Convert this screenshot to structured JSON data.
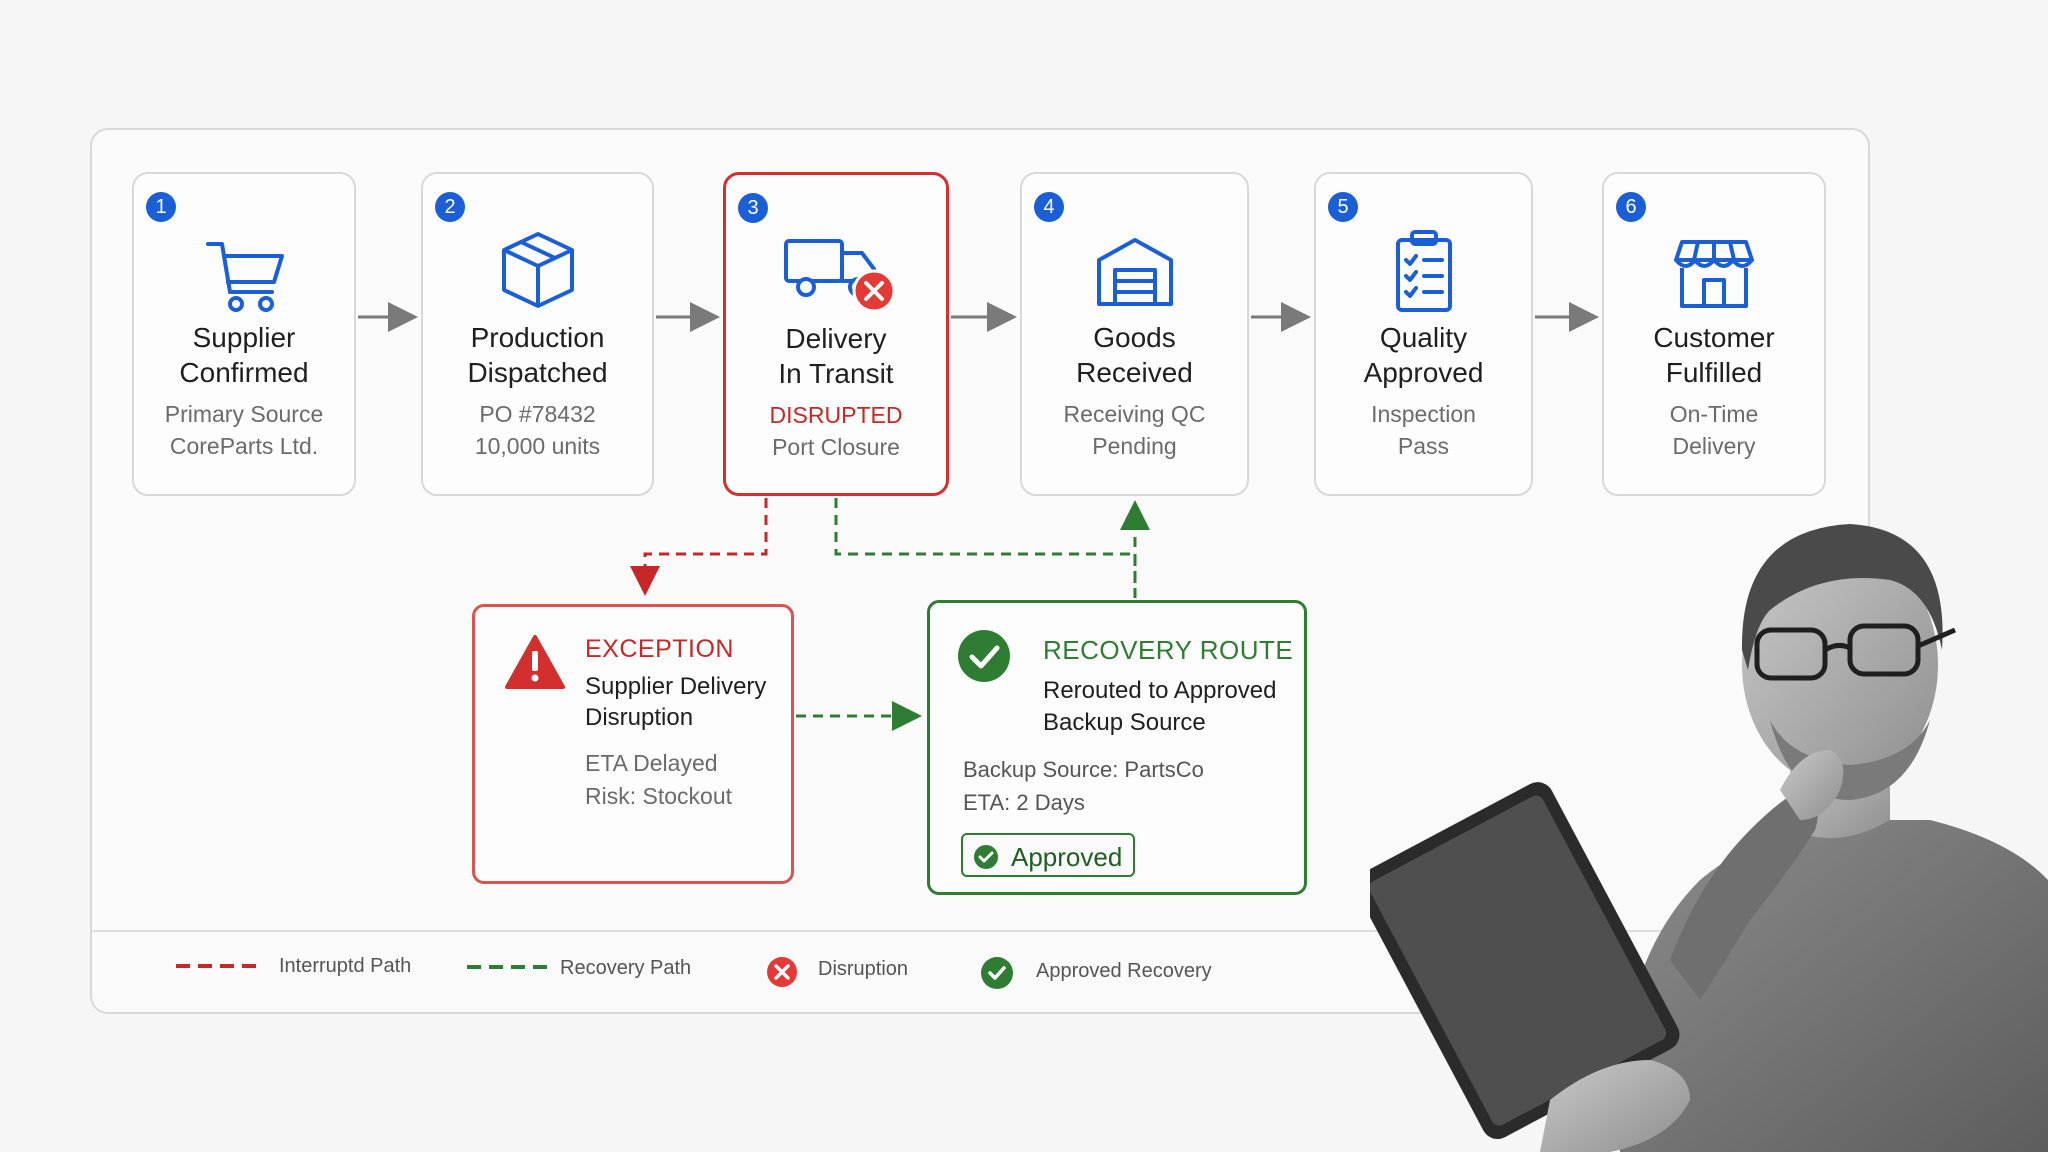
{
  "steps": [
    {
      "number": "1",
      "title_line1": "Supplier",
      "title_line2": "Confirmed",
      "detail_line1": "Primary Source",
      "detail_line2": "CoreParts Ltd.",
      "icon": "shopping-cart-icon"
    },
    {
      "number": "2",
      "title_line1": "Production",
      "title_line2": "Dispatched",
      "detail_line1": "PO #78432",
      "detail_line2": "10,000 units",
      "icon": "box-icon"
    },
    {
      "number": "3",
      "title_line1": "Delivery",
      "title_line2": "In Transit",
      "detail_line1": "DISRUPTED",
      "detail_line2": "Port Closure",
      "icon": "truck-icon",
      "status": "disrupted"
    },
    {
      "number": "4",
      "title_line1": "Goods",
      "title_line2": "Received",
      "detail_line1": "Receiving QC",
      "detail_line2": "Pending",
      "icon": "warehouse-icon"
    },
    {
      "number": "5",
      "title_line1": "Quality",
      "title_line2": "Approved",
      "detail_line1": "Inspection",
      "detail_line2": "Pass",
      "icon": "clipboard-checklist-icon"
    },
    {
      "number": "6",
      "title_line1": "Customer",
      "title_line2": "Fulfilled",
      "detail_line1": "On-Time",
      "detail_line2": "Delivery",
      "icon": "storefront-icon"
    }
  ],
  "exception": {
    "title": "EXCEPTION",
    "main_line1": "Supplier Delivery",
    "main_line2": "Disruption",
    "detail_line1": "ETA Delayed",
    "detail_line2": "Risk: Stockout",
    "icon": "warning-icon"
  },
  "recovery": {
    "title": "RECOVERY ROUTE",
    "main_line1": "Rerouted to Approved",
    "main_line2": "Backup Source",
    "detail_line1": "Backup Source: PartsCo",
    "detail_line2": "ETA: 2 Days",
    "button_label": "Approved",
    "icon": "check-circle-icon"
  },
  "legend": {
    "interrupted": "Interruptd Path",
    "recovery": "Recovery Path",
    "disruption": "Disruption",
    "approved": "Approved Recovery"
  },
  "colors": {
    "accent_blue": "#1a5fd6",
    "disruption_red": "#d32f2f",
    "recovery_green": "#2e7d32",
    "arrow_gray": "#7a7a7a"
  }
}
